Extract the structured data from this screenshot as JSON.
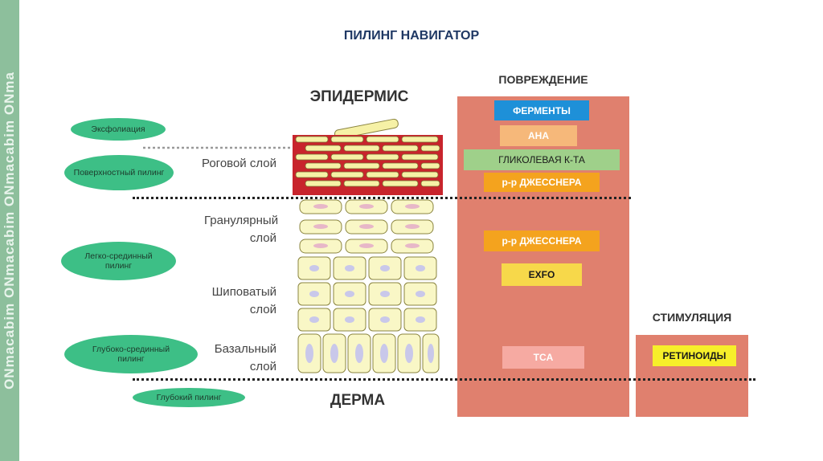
{
  "watermark": "ONmacabim ONmacabim ONmacabim ONma",
  "title": "ПИЛИНГ НАВИГАТОР",
  "headers": {
    "epidermis": "ЭПИДЕРМИС",
    "dermis": "ДЕРМА",
    "damage": "ПОВРЕЖДЕНИЕ",
    "stimulation": "СТИМУЛЯЦИЯ"
  },
  "peel_ovals": [
    "Эксфолиация",
    "Поверхностный пилинг",
    "Легко-срединный пилинг",
    "Глубоко-срединный пилинг",
    "Глубокий пилинг"
  ],
  "layers": {
    "stratum_corneum": "Роговой слой",
    "granular": "Гранулярный слой",
    "spinous": "Шиповатый слой",
    "basal": "Базальный слой"
  },
  "damage_items": {
    "enzymes": "ФЕРМЕНТЫ",
    "aha": "АНА",
    "glycolic": "ГЛИКОЛЕВАЯ К-ТА",
    "jessner_1": "р-р ДЖЕССНЕРА",
    "jessner_2": "р-р ДЖЕССНЕРА",
    "exfo": "EXFO",
    "tca": "TCA"
  },
  "stimulation_items": {
    "retinoids": "РЕТИНОИДЫ"
  },
  "colors": {
    "panel": "#e0806e",
    "oval": "#3dbf86",
    "enzymes": "#1e90d8",
    "aha": "#f6b87a",
    "glycolic": "#9fd08a",
    "jessner": "#f4a31e",
    "exfo": "#f7d84a",
    "tca": "#f6aaa2",
    "retinoids": "#f7ef2a",
    "corneum_fill": "#c8242c",
    "cell_fill": "#f9f7c6"
  }
}
